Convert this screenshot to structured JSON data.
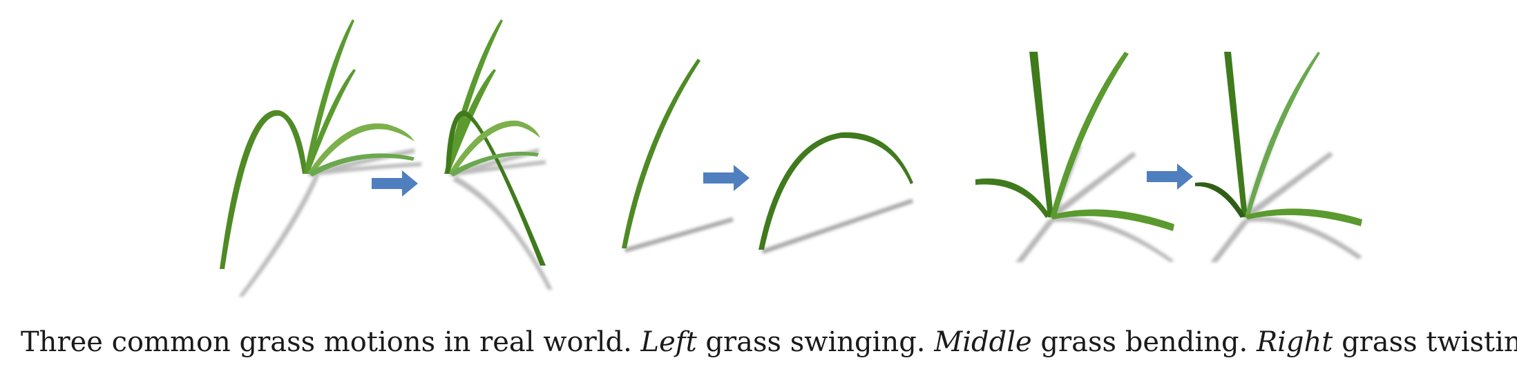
{
  "figure": {
    "panels": [
      {
        "name": "swinging",
        "arrow_color": "#4f7fbf"
      },
      {
        "name": "bending",
        "arrow_color": "#4f7fbf"
      },
      {
        "name": "twisting",
        "arrow_color": "#4f7fbf"
      }
    ],
    "colors": {
      "grass_light": "#6aa84f",
      "grass_dark": "#2f5e16",
      "shadow": "#a8a8a8",
      "arrow": "#4f7fbf"
    }
  },
  "caption": {
    "intro": "Three common grass motions in real world.",
    "left_label": "Left",
    "left_text": "grass swinging.",
    "middle_label": "Middle",
    "middle_text": "grass bending.",
    "right_label": "Right",
    "right_text": "grass twisting"
  }
}
